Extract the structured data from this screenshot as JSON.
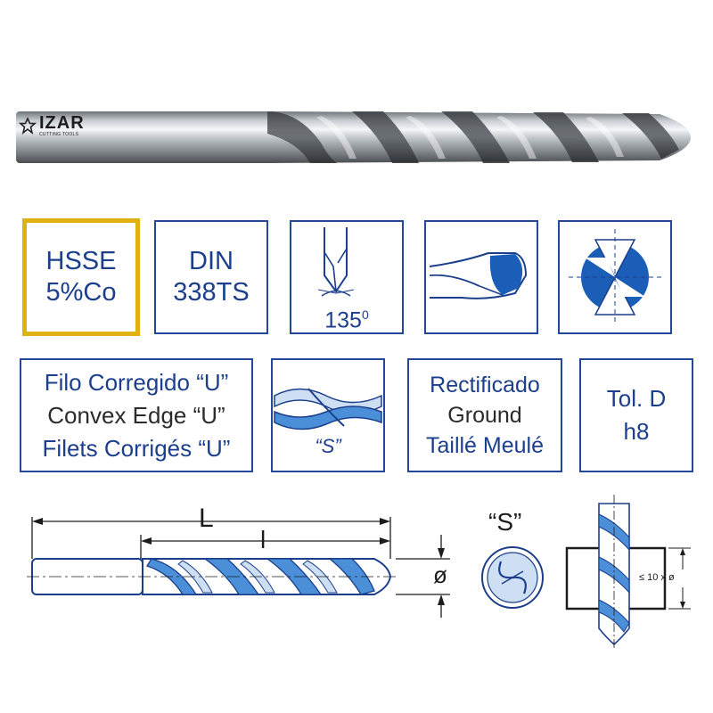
{
  "brand": {
    "name": "IZAR",
    "tagline": "CUTTING TOOLS"
  },
  "features": {
    "material": {
      "line1": "HSSE",
      "line2": "5%Co"
    },
    "standard": {
      "line1": "DIN",
      "line2": "338TS"
    },
    "point_angle": {
      "label": "135",
      "unit": "0"
    },
    "edge": {
      "line1": "Filo Corregido “U”",
      "line2": "Convex Edge “U”",
      "line3": "Filets Corrigés “U”"
    },
    "helix": {
      "label": "“S”"
    },
    "finish": {
      "line1": "Rectificado",
      "line2": "Ground",
      "line3": "Taillé Meulé"
    },
    "tolerance": {
      "line1": "Tol. D",
      "line2": "h8"
    }
  },
  "diagram": {
    "total_length_label": "L",
    "flute_length_label": "l",
    "diameter_label": "ø",
    "profile_label": "“S”",
    "depth_label": "≤ 10 x ø"
  },
  "colors": {
    "navy": "#1b3f8c",
    "light_blue": "#4a8fd8",
    "gold": "#e0b211",
    "dark_text": "#2b2b2b"
  }
}
